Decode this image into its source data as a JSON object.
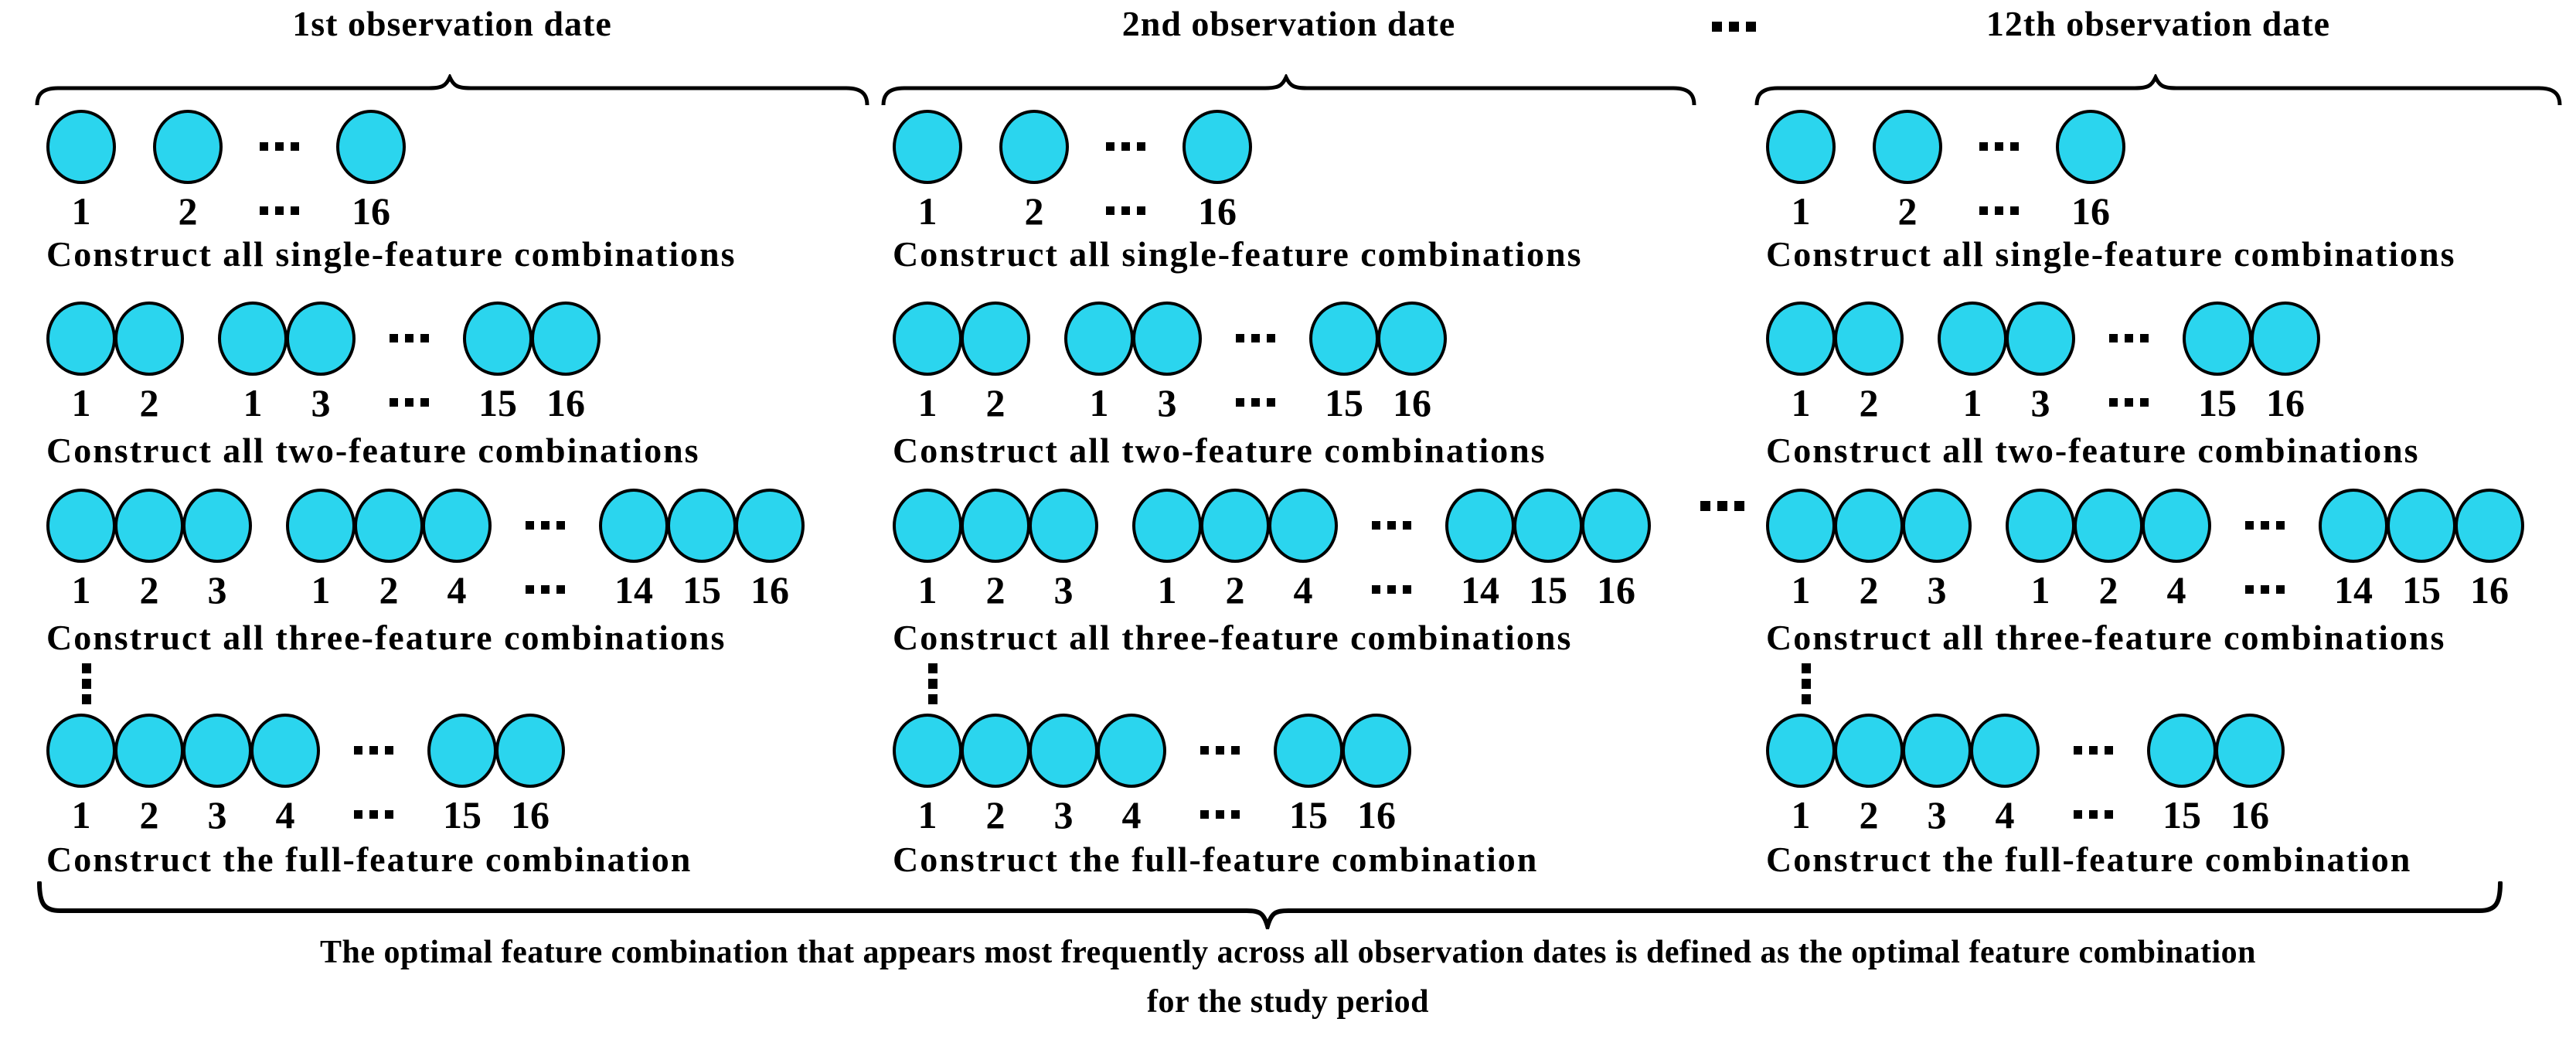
{
  "figure": {
    "column_titles": [
      "1st observation date",
      "2nd observation date",
      "12th observation date"
    ],
    "header_ellipsis": "···",
    "columns_ellipsis": "···",
    "blocks": [
      {
        "caption": "Construct all single-feature combinations",
        "groups_before_dots": [
          [
            "1"
          ],
          [
            "2"
          ]
        ],
        "groups_after_dots": [
          [
            "16"
          ]
        ],
        "vertical_dots_after": false
      },
      {
        "caption": "Construct all two-feature combinations",
        "groups_before_dots": [
          [
            "1",
            "2"
          ],
          [
            "1",
            "3"
          ]
        ],
        "groups_after_dots": [
          [
            "15",
            "16"
          ]
        ],
        "vertical_dots_after": false
      },
      {
        "caption": "Construct all three-feature combinations",
        "groups_before_dots": [
          [
            "1",
            "2",
            "3"
          ],
          [
            "1",
            "2",
            "4"
          ]
        ],
        "groups_after_dots": [
          [
            "14",
            "15",
            "16"
          ]
        ],
        "vertical_dots_after": true
      },
      {
        "caption": "Construct the full-feature combination",
        "groups_before_dots": [
          [
            "1",
            "2",
            "3",
            "4"
          ]
        ],
        "groups_after_dots": [
          [
            "15",
            "16"
          ]
        ],
        "vertical_dots_after": false
      }
    ],
    "footer": {
      "line1": "The optimal feature combination that appears most frequently across all observation dates is defined as the optimal feature combination",
      "line2": "for the study period"
    },
    "colors": {
      "circle_fill": "#2BD5EE",
      "stroke": "#000000"
    }
  }
}
